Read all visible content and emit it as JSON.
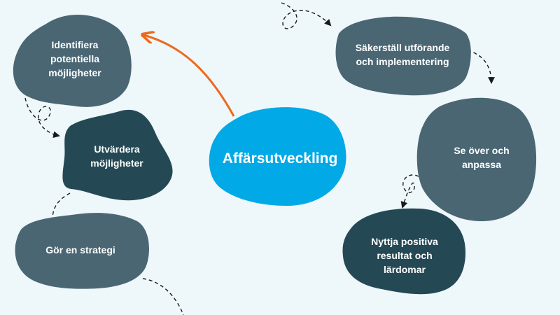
{
  "center": {
    "label": "Affärsutveckling",
    "color": "#01a9e6"
  },
  "nodes": [
    {
      "id": "identifiera",
      "label": "Identifiera\npotentiella\nmöjligheter",
      "color": "#4a6673"
    },
    {
      "id": "utvardera",
      "label": "Utvärdera\nmöjligheter",
      "color": "#244955"
    },
    {
      "id": "strategi",
      "label": "Gör en strategi",
      "color": "#4a6673"
    },
    {
      "id": "sakerstall",
      "label": "Säkerställ utförande\noch implementering",
      "color": "#4a6673"
    },
    {
      "id": "seover",
      "label": "Se över och\nanpassa",
      "color": "#4a6673"
    },
    {
      "id": "nyttja",
      "label": "Nyttja positiva\nresultat och\nlärdomar",
      "color": "#244955"
    }
  ],
  "colors": {
    "background": "#eef7fa",
    "main_arrow": "#eb6a1e",
    "connector": "#1a1a1a"
  }
}
